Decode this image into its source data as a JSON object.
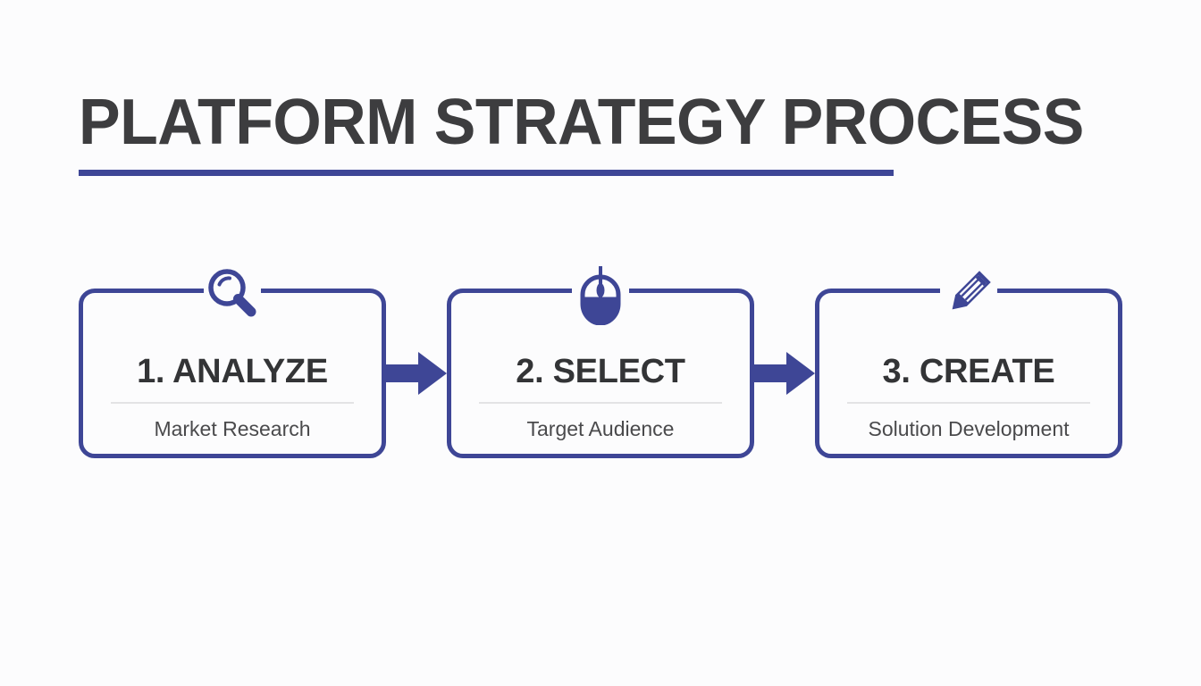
{
  "slide": {
    "title": "PLATFORM STRATEGY PROCESS",
    "background_color": "#fcfcfd",
    "accent_color": "#3e4696",
    "title_color": "#3d3d3f"
  },
  "process": {
    "steps": [
      {
        "heading": "1. ANALYZE",
        "caption": "Market Research",
        "icon": "magnifier-icon"
      },
      {
        "heading": "2. SELECT",
        "caption": "Target Audience",
        "icon": "computer-mouse-icon"
      },
      {
        "heading": "3. CREATE",
        "caption": "Solution Development",
        "icon": "pencil-icon"
      }
    ],
    "connectors": [
      {
        "icon": "arrow-right-icon"
      },
      {
        "icon": "arrow-right-icon"
      }
    ]
  }
}
